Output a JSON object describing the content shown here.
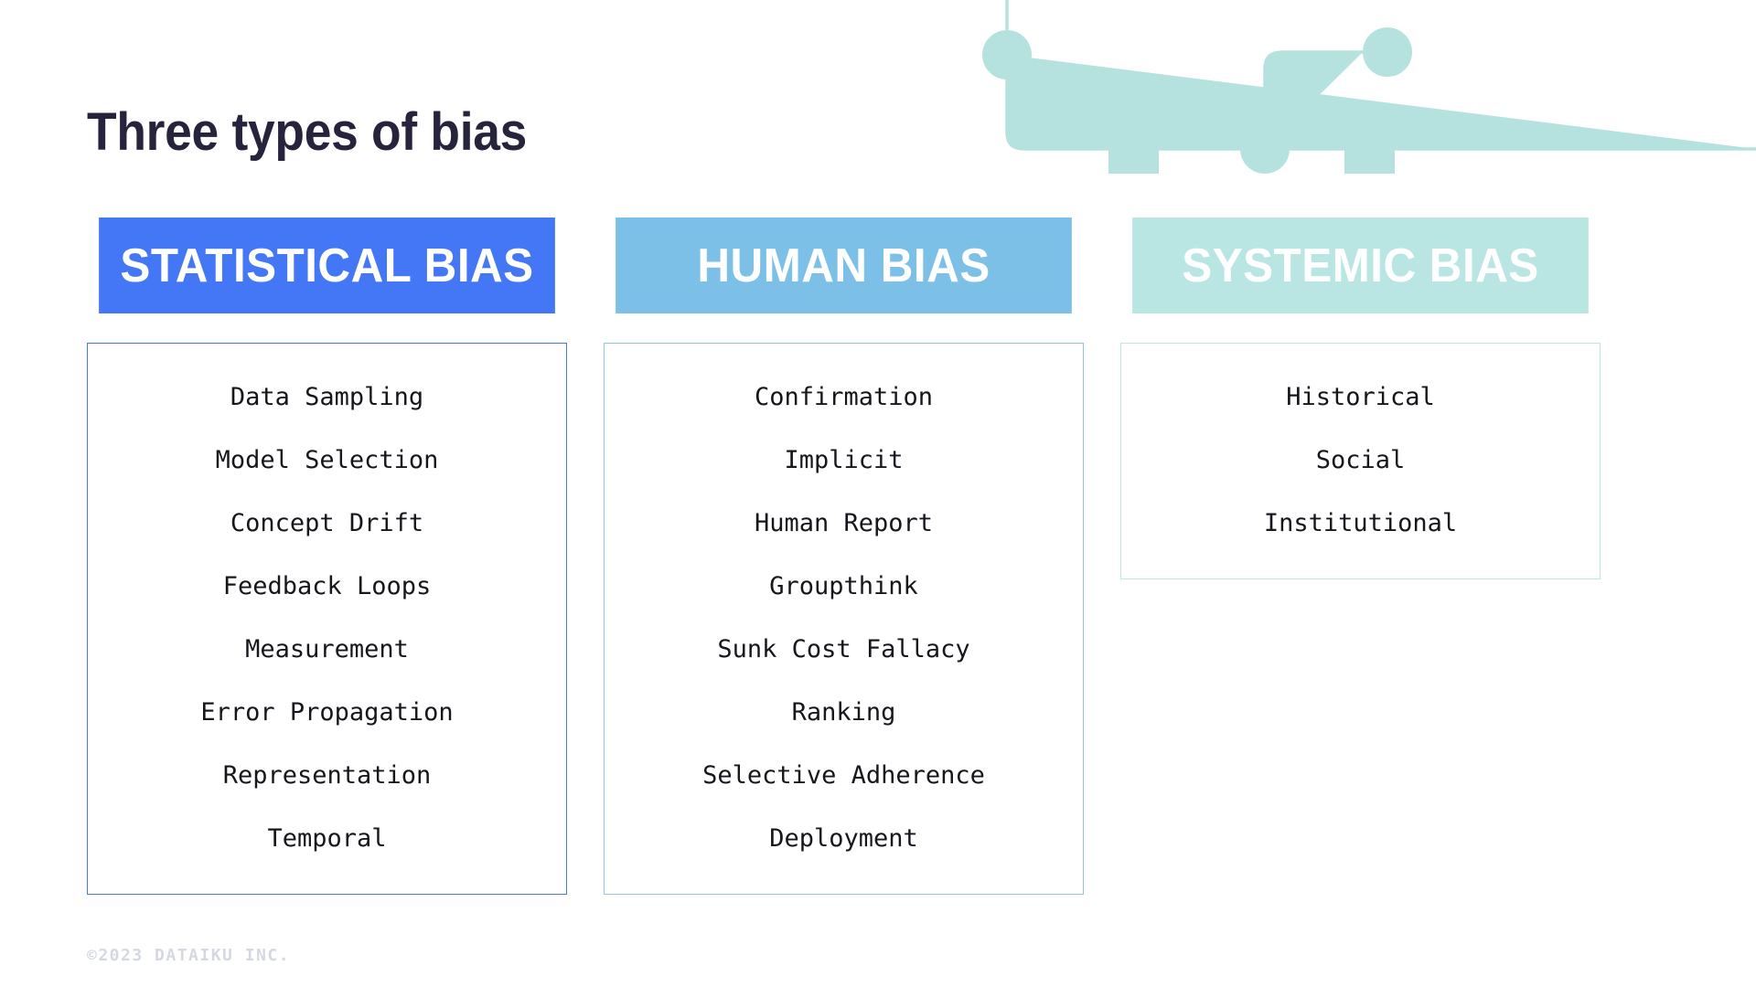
{
  "slide": {
    "title": "Three types of bias",
    "background_color": "#ffffff",
    "title_color": "#26233c",
    "footer": "©2023 DATAIKU INC.",
    "footer_color": "#d4d8e2"
  },
  "decoration": {
    "name": "flow-diagram-graphic",
    "color": "#b5e2de",
    "line_color": "#b5e2de",
    "shapes": [
      "circle",
      "square",
      "circle",
      "square",
      "circle",
      "square"
    ]
  },
  "columns": [
    {
      "id": "statistical-bias",
      "header": "STATISTICAL BIAS",
      "header_color": "#4477f6",
      "border_color": "#4477f6",
      "items": [
        "Data Sampling",
        "Model Selection",
        "Concept Drift",
        "Feedback Loops",
        "Measurement",
        "Error Propagation",
        "Representation",
        "Temporal"
      ]
    },
    {
      "id": "human-bias",
      "header": "HUMAN BIAS",
      "header_color": "#7cc0e8",
      "border_color": "#8cc6e9",
      "items": [
        "Confirmation",
        "Implicit",
        "Human Report",
        "Groupthink",
        "Sunk Cost Fallacy",
        "Ranking",
        "Selective Adherence",
        "Deployment"
      ]
    },
    {
      "id": "systemic-bias",
      "header": "SYSTEMIC BIAS",
      "header_color": "#b9e6e3",
      "border_color": "#bde7e4",
      "items": [
        "Historical",
        "Social",
        "Institutional"
      ]
    }
  ]
}
